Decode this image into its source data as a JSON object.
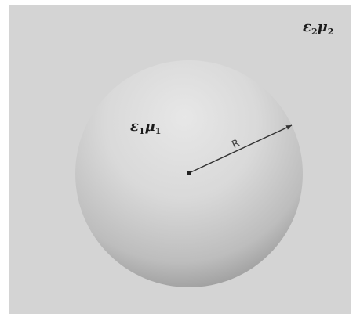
{
  "figure": {
    "outer_medium": {
      "symbol_1": "ε",
      "sub_1": "2",
      "symbol_2": "μ",
      "sub_2": "2"
    },
    "inner_medium": {
      "symbol_1": "ε",
      "sub_1": "1",
      "symbol_2": "μ",
      "sub_2": "1"
    },
    "radius_label": "R"
  },
  "colors": {
    "background": "#d4d4d4",
    "border": "#ffffff",
    "sphere_highlight": "#e6e6e6",
    "sphere_mid": "#d2d2d2",
    "sphere_shadow": "#9a9a9a",
    "arrow": "#333333"
  }
}
